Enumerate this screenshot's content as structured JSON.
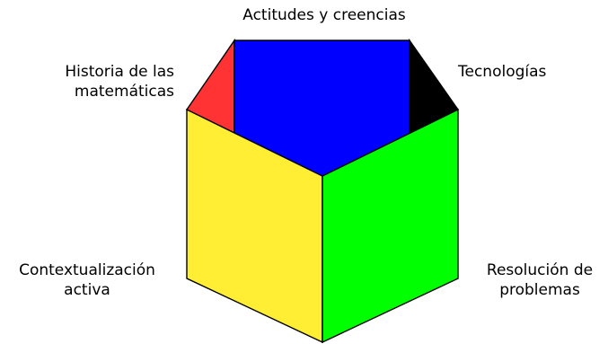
{
  "diagram": {
    "labels": {
      "top": "Actitudes y creencias",
      "upper_left": [
        "Historia de las",
        "matemáticas"
      ],
      "upper_right": "Tecnologías",
      "lower_left": [
        "Contextualización",
        "activa"
      ],
      "lower_right": [
        "Resolución de",
        "problemas"
      ]
    },
    "colors": {
      "top_face": "#0000ff",
      "upper_left_face": "#ff3333",
      "upper_right_face": "#000000",
      "lower_left_face": "#ffee33",
      "lower_right_face": "#00ff00",
      "outline": "#000000"
    }
  }
}
